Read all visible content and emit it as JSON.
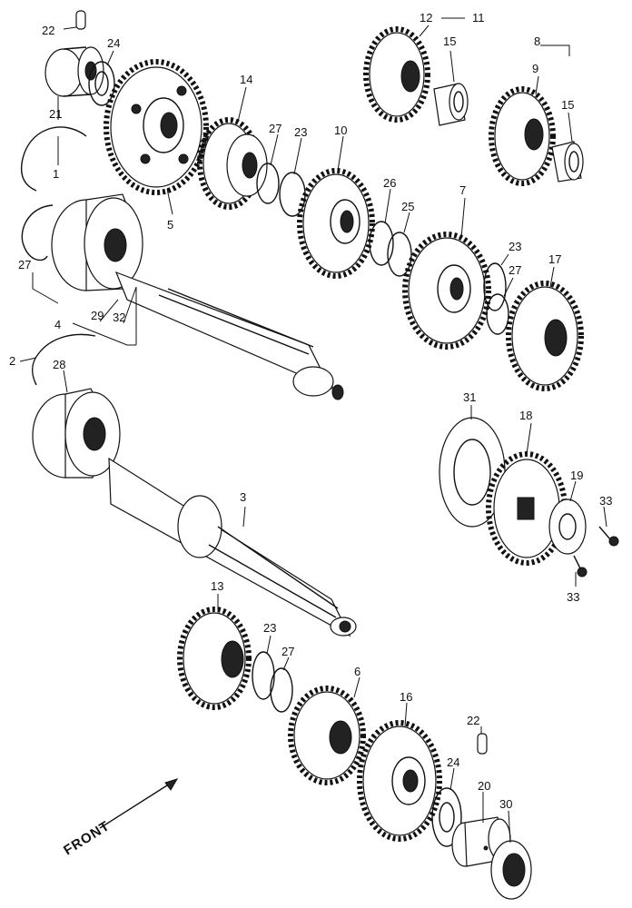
{
  "labels": {
    "l22a": "22",
    "l24a": "24",
    "l21": "21",
    "l1": "1",
    "l5": "5",
    "l14": "14",
    "l27a": "27",
    "l23a": "23",
    "l10": "10",
    "l12": "12",
    "l11": "11",
    "l15a": "15",
    "l8": "8",
    "l9": "9",
    "l15b": "15",
    "l26": "26",
    "l25": "25",
    "l7": "7",
    "l23b": "23",
    "l27b": "27",
    "l17": "17",
    "l27c": "27",
    "l4": "4",
    "l29": "29",
    "l32": "32",
    "l2": "2",
    "l28": "28",
    "l31": "31",
    "l18": "18",
    "l19": "19",
    "l33a": "33",
    "l33b": "33",
    "l3": "3",
    "l13": "13",
    "l23c": "23",
    "l27d": "27",
    "l6": "6",
    "l16": "16",
    "l22b": "22",
    "l24b": "24",
    "l20": "20",
    "l30": "30"
  },
  "front_label": "FRONT"
}
